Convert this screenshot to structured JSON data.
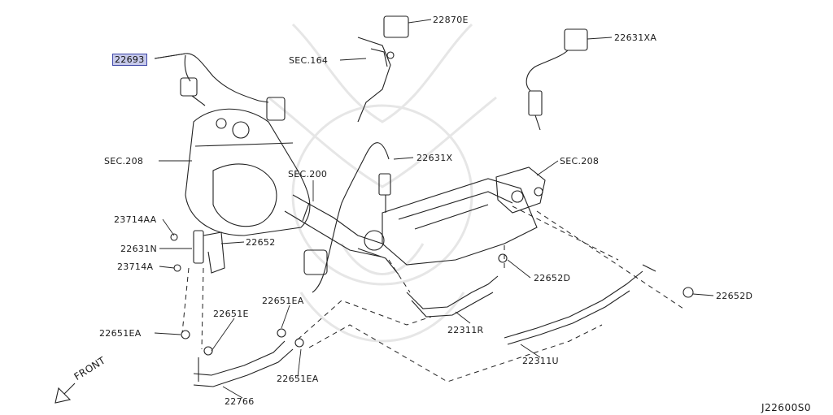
{
  "diagram": {
    "sheet_code": "J22600S0",
    "front_label": "FRONT",
    "accent_color": "#c6c9ea",
    "callouts": [
      {
        "id": "c-22693",
        "text": "22693",
        "highlighted": true
      },
      {
        "id": "c-22870e",
        "text": "22870E"
      },
      {
        "id": "c-sec164",
        "text": "SEC.164"
      },
      {
        "id": "c-22631xa",
        "text": "22631XA"
      },
      {
        "id": "c-sec208a",
        "text": "SEC.208"
      },
      {
        "id": "c-22631x",
        "text": "22631X"
      },
      {
        "id": "c-sec200",
        "text": "SEC.200"
      },
      {
        "id": "c-sec208b",
        "text": "SEC.208"
      },
      {
        "id": "c-23714aa",
        "text": "23714AA"
      },
      {
        "id": "c-22631n",
        "text": "22631N"
      },
      {
        "id": "c-22652",
        "text": "22652"
      },
      {
        "id": "c-23714a",
        "text": "23714A"
      },
      {
        "id": "c-22652d-a",
        "text": "22652D"
      },
      {
        "id": "c-22652d-b",
        "text": "22652D"
      },
      {
        "id": "c-22651ea-a",
        "text": "22651EA"
      },
      {
        "id": "c-22651e",
        "text": "22651E"
      },
      {
        "id": "c-22651ea-b",
        "text": "22651EA"
      },
      {
        "id": "c-22311r",
        "text": "22311R"
      },
      {
        "id": "c-22311u",
        "text": "22311U"
      },
      {
        "id": "c-22651ea-c",
        "text": "22651EA"
      },
      {
        "id": "c-22766",
        "text": "22766"
      }
    ]
  }
}
